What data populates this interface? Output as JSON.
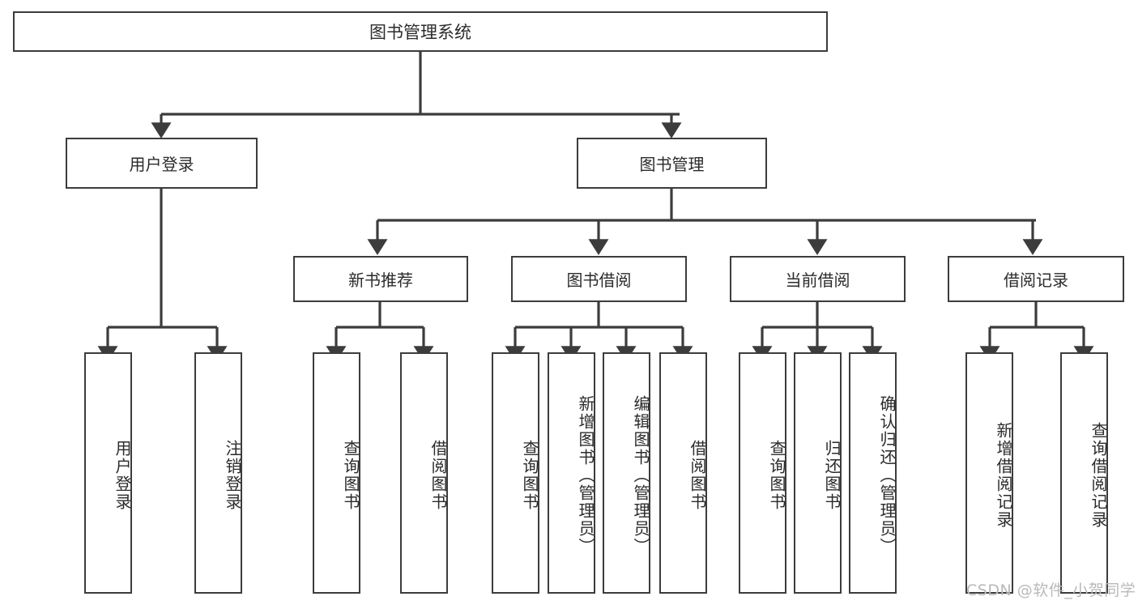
{
  "diagram": {
    "type": "tree",
    "title": "图书管理系统",
    "orientation": "top-down",
    "colors": {
      "box_border": "#3c3c3c",
      "box_fill": "#ffffff",
      "text": "#2b2b2b",
      "connector": "#3c3c3c",
      "watermark": "#b9b9b9",
      "background": "#ffffff"
    }
  },
  "nodes": {
    "root": {
      "label": "图书管理系统"
    },
    "level1": [
      {
        "label": "用户登录"
      },
      {
        "label": "图书管理"
      }
    ],
    "level2": [
      {
        "label": "新书推荐"
      },
      {
        "label": "图书借阅"
      },
      {
        "label": "当前借阅"
      },
      {
        "label": "借阅记录"
      }
    ],
    "leaves": {
      "user_login": [
        {
          "label": "用户登录"
        },
        {
          "label": "注销登录"
        }
      ],
      "new_book_recommend": [
        {
          "label": "查询图书"
        },
        {
          "label": "借阅图书"
        }
      ],
      "book_borrow": [
        {
          "label": "查询图书"
        },
        {
          "label": "新增图书（管理员）"
        },
        {
          "label": "编辑图书（管理员）"
        },
        {
          "label": "借阅图书"
        }
      ],
      "current_borrow": [
        {
          "label": "查询图书"
        },
        {
          "label": "归还图书"
        },
        {
          "label": "确认归还（管理员）"
        }
      ],
      "borrow_record": [
        {
          "label": "新增借阅记录"
        },
        {
          "label": "查询借阅记录"
        }
      ]
    }
  },
  "watermark": {
    "text": "CSDN @软件_小贺同学"
  }
}
